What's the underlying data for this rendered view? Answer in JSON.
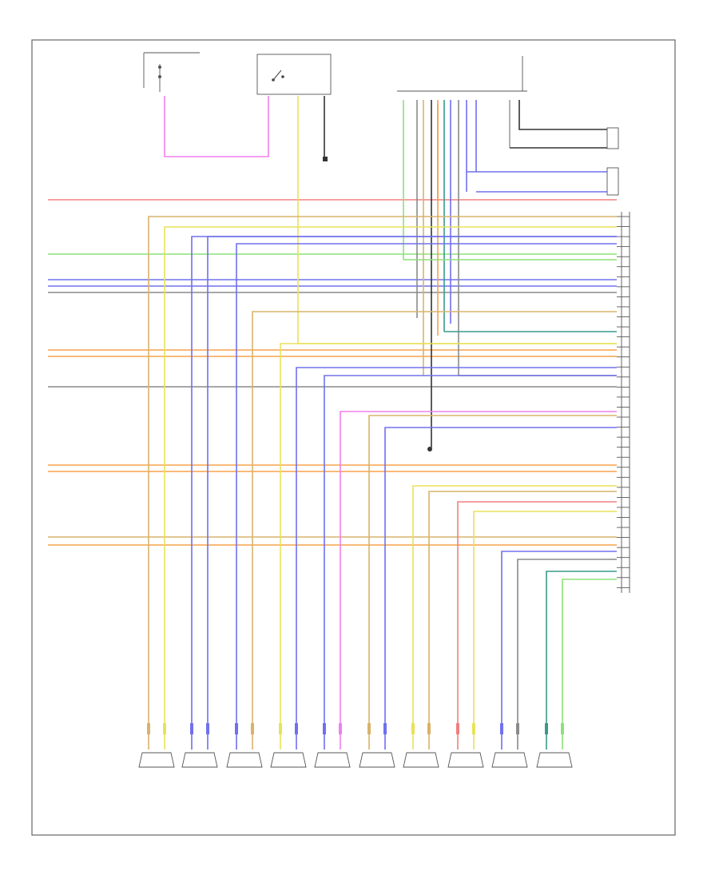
{
  "footer_code": "",
  "colors": {
    "red": "#f08080",
    "orange": "#f5a24b",
    "yellow": "#e8e25a",
    "tan": "#d9b36b",
    "blue": "#7070ee",
    "green": "#8ee07a",
    "pink": "#ee80ee",
    "gray": "#8a8a8a",
    "black": "#333333",
    "teal": "#3a9a8a"
  },
  "components": {
    "top_left_label": "",
    "power_relay_label": "",
    "ground_label": "",
    "splice_label": "",
    "amplifier_label": "",
    "left_tweeter_label": "",
    "right_tweeter_label": ""
  },
  "speakers": [
    {
      "id": "spk-1",
      "label": ""
    },
    {
      "id": "spk-2",
      "label": ""
    },
    {
      "id": "spk-3",
      "label": ""
    },
    {
      "id": "spk-4",
      "label": ""
    },
    {
      "id": "spk-5",
      "label": ""
    },
    {
      "id": "spk-6",
      "label": ""
    },
    {
      "id": "spk-7",
      "label": ""
    },
    {
      "id": "spk-8",
      "label": ""
    },
    {
      "id": "spk-9",
      "label": ""
    },
    {
      "id": "spk-10",
      "label": ""
    }
  ],
  "left_wires": [
    {
      "color": "red",
      "label": ""
    },
    {
      "color": "green",
      "label": ""
    },
    {
      "color": "blue",
      "label": ""
    },
    {
      "color": "blue",
      "label": ""
    },
    {
      "color": "gray",
      "label": ""
    },
    {
      "color": "orange",
      "label": ""
    },
    {
      "color": "orange",
      "label": ""
    },
    {
      "color": "gray",
      "label": ""
    },
    {
      "color": "orange",
      "label": ""
    },
    {
      "color": "orange",
      "label": ""
    },
    {
      "color": "tan",
      "label": ""
    },
    {
      "color": "orange",
      "label": ""
    }
  ],
  "amp_pins": [
    {
      "color": "tan",
      "wire_label": "",
      "pin_label": ""
    },
    {
      "color": "yellow",
      "wire_label": "",
      "pin_label": ""
    },
    {
      "color": "blue",
      "wire_label": "",
      "pin_label": ""
    },
    {
      "color": "blue",
      "wire_label": "",
      "pin_label": ""
    },
    {
      "color": "green",
      "wire_label": "",
      "pin_label": ""
    },
    {
      "color": "gray",
      "wire_label": "",
      "pin_label": ""
    },
    {
      "color": "gray",
      "wire_label": "",
      "pin_label": ""
    },
    {
      "color": "blue",
      "wire_label": "",
      "pin_label": ""
    },
    {
      "color": "blue",
      "wire_label": "",
      "pin_label": ""
    },
    {
      "color": "gray",
      "wire_label": "",
      "pin_label": ""
    },
    {
      "color": "blue",
      "wire_label": "",
      "pin_label": ""
    },
    {
      "color": "tan",
      "wire_label": "",
      "pin_label": ""
    },
    {
      "color": "blue",
      "wire_label": "",
      "pin_label": ""
    },
    {
      "color": "teal",
      "wire_label": "",
      "pin_label": ""
    },
    {
      "color": "tan",
      "wire_label": "",
      "pin_label": ""
    },
    {
      "color": "orange",
      "wire_label": "",
      "pin_label": ""
    },
    {
      "color": "orange",
      "wire_label": "",
      "pin_label": ""
    },
    {
      "color": "gray",
      "wire_label": "",
      "pin_label": ""
    },
    {
      "color": "gray",
      "wire_label": "",
      "pin_label": ""
    },
    {
      "color": "blue",
      "wire_label": "",
      "pin_label": ""
    },
    {
      "color": "blue",
      "wire_label": "",
      "pin_label": ""
    },
    {
      "color": "pink",
      "wire_label": "",
      "pin_label": ""
    },
    {
      "color": "blue",
      "wire_label": "",
      "pin_label": ""
    },
    {
      "color": "yellow",
      "wire_label": "",
      "pin_label": ""
    },
    {
      "color": "yellow",
      "wire_label": "",
      "pin_label": ""
    },
    {
      "color": "blue",
      "wire_label": "",
      "pin_label": ""
    },
    {
      "color": "orange",
      "wire_label": "",
      "pin_label": ""
    },
    {
      "color": "orange",
      "wire_label": "",
      "pin_label": ""
    },
    {
      "color": "yellow",
      "wire_label": "",
      "pin_label": ""
    },
    {
      "color": "red",
      "wire_label": "",
      "pin_label": ""
    },
    {
      "color": "yellow",
      "wire_label": "",
      "pin_label": ""
    },
    {
      "color": "yellow",
      "wire_label": "",
      "pin_label": ""
    },
    {
      "color": "tan",
      "wire_label": "",
      "pin_label": ""
    },
    {
      "color": "orange",
      "wire_label": "",
      "pin_label": ""
    },
    {
      "color": "blue",
      "wire_label": "",
      "pin_label": ""
    },
    {
      "color": "gray",
      "wire_label": "",
      "pin_label": ""
    },
    {
      "color": "blue",
      "wire_label": "",
      "pin_label": ""
    },
    {
      "color": "green",
      "wire_label": "",
      "pin_label": ""
    }
  ]
}
